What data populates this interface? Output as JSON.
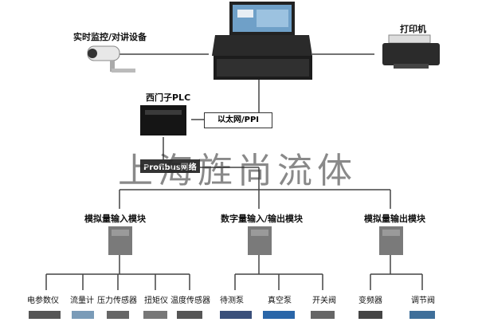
{
  "diagram": {
    "watermark": "上海旌尚流体",
    "nodes": {
      "camera": "实时监控/对讲设备",
      "printer": "打印机",
      "plc": "西门子PLC",
      "ethernet_ppi": "以太网/PPI",
      "profibus": "Profibus网络"
    },
    "modules": [
      {
        "label": "模拟量输入模块"
      },
      {
        "label": "数字量输入/输出模块"
      },
      {
        "label": "模拟量输出模块"
      }
    ],
    "devices": [
      "电参数仪",
      "流量计",
      "压力传感器",
      "扭矩仪",
      "温度传感器",
      "待测泵",
      "真空泵",
      "开关阀",
      "变频器",
      "调节阀"
    ]
  }
}
